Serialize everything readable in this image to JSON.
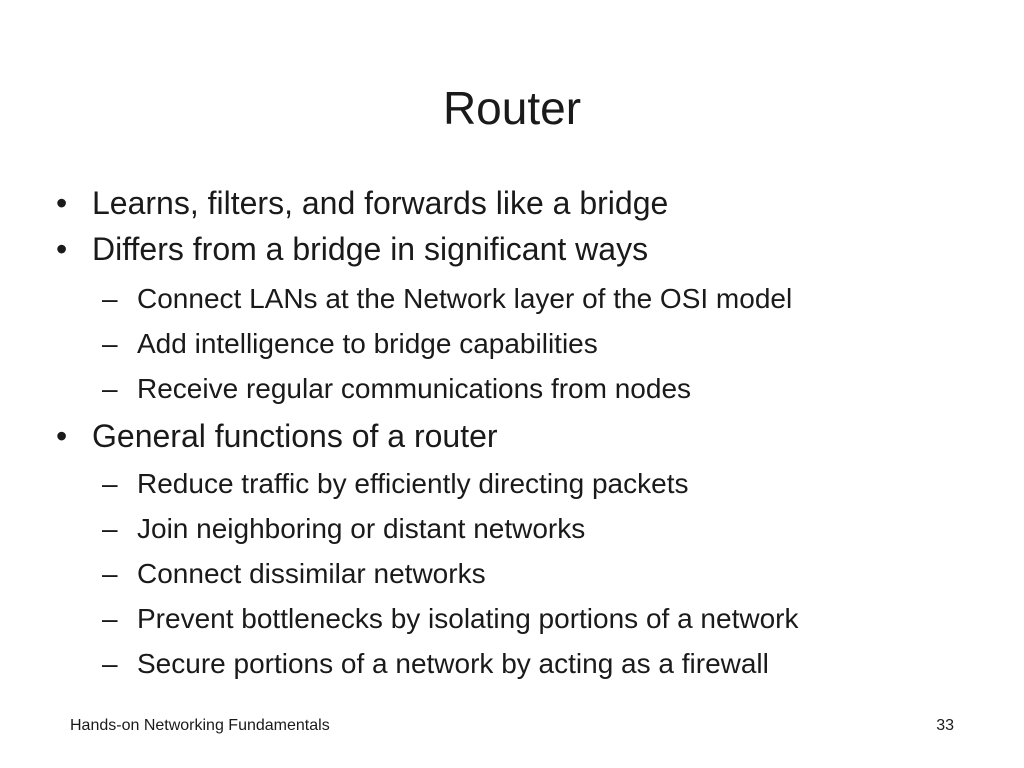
{
  "slide": {
    "title": "Router",
    "bullet_marker": "•",
    "sub_marker": "–",
    "items": [
      {
        "level": 1,
        "text": "Learns, filters, and forwards like a bridge"
      },
      {
        "level": 1,
        "text": "Differs from a bridge in significant ways"
      },
      {
        "level": 2,
        "text": "Connect LANs at the Network layer of the OSI model"
      },
      {
        "level": 2,
        "text": "Add intelligence to bridge capabilities"
      },
      {
        "level": 2,
        "text": "Receive regular communications from nodes"
      },
      {
        "level": 1,
        "text": "General functions of a router"
      },
      {
        "level": 2,
        "text": "Reduce traffic by efficiently directing packets"
      },
      {
        "level": 2,
        "text": "Join neighboring or distant networks"
      },
      {
        "level": 2,
        "text": "Connect dissimilar networks"
      },
      {
        "level": 2,
        "text": "Prevent bottlenecks by isolating portions of a network"
      },
      {
        "level": 2,
        "text": "Secure portions of a network by acting as a firewall"
      }
    ]
  },
  "footer": {
    "left_text": "Hands-on Networking Fundamentals",
    "page_number": "33"
  }
}
